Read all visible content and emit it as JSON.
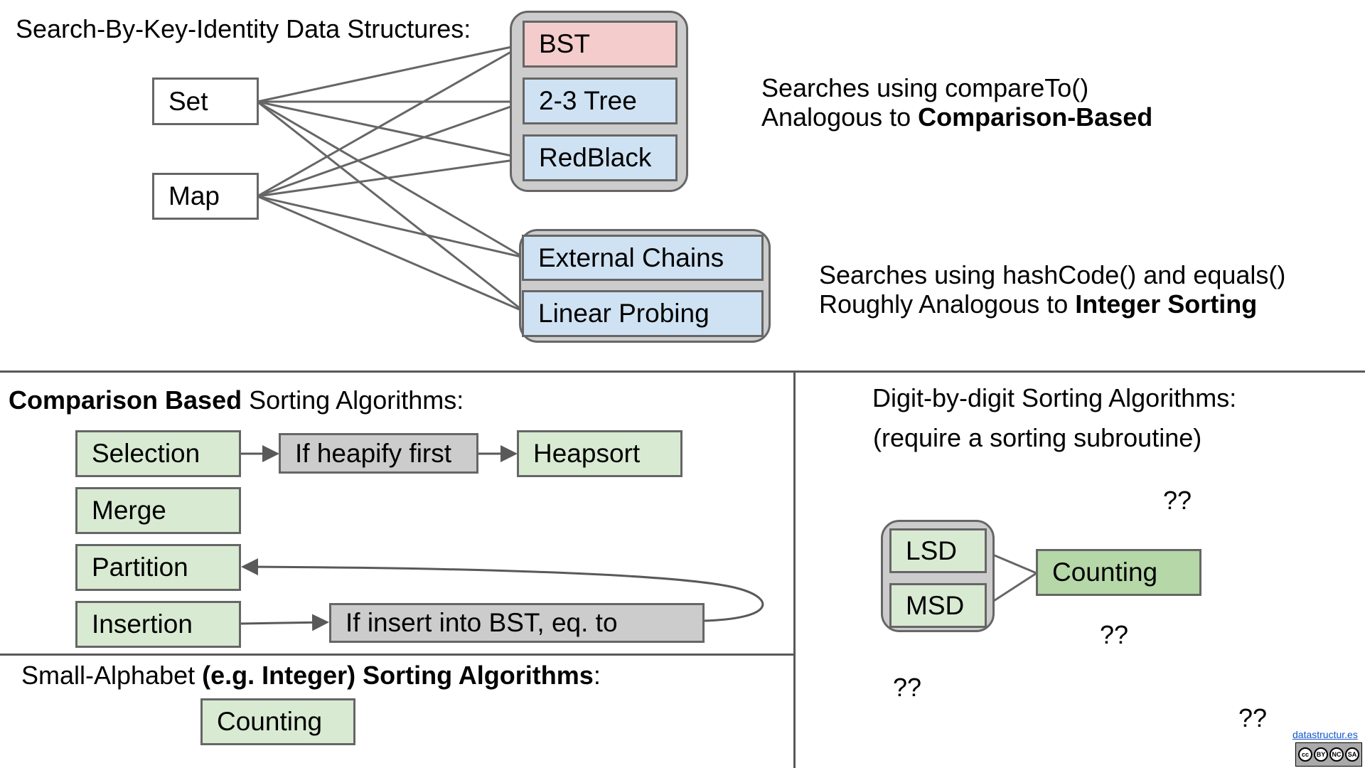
{
  "top": {
    "title": "Search-By-Key-Identity Data Structures:",
    "set_label": "Set",
    "map_label": "Map",
    "tree_group": [
      "BST",
      "2-3 Tree",
      "RedBlack"
    ],
    "hash_group": [
      "External Chains",
      "Linear Probing"
    ],
    "compare_note": {
      "line1": "Searches using compareTo()",
      "line2_prefix": "Analogous to ",
      "line2_bold": "Comparison-Based"
    },
    "hash_note": {
      "line1": "Searches using hashCode() and equals()",
      "line2_prefix": "Roughly Analogous to ",
      "line2_bold": "Integer Sorting"
    }
  },
  "comparison": {
    "title_bold": "Comparison Based",
    "title_rest": " Sorting Algorithms:",
    "selection": "Selection",
    "heapify": "If heapify first",
    "heapsort": "Heapsort",
    "merge": "Merge",
    "partition": "Partition",
    "insertion": "Insertion",
    "insert_bst": "If insert into BST, eq. to"
  },
  "small_alphabet": {
    "title_pre": "Small-Alphabet ",
    "title_bold": "(e.g. Integer) Sorting Algorithms",
    "title_post": ":",
    "counting": "Counting"
  },
  "digit": {
    "title": "Digit-by-digit Sorting Algorithms:",
    "subtitle": "(require a sorting subroutine)",
    "lsd": "LSD",
    "msd": "MSD",
    "counting": "Counting",
    "unknown": [
      "??",
      "??",
      "??",
      "??"
    ]
  },
  "footer": {
    "credit": "datastructur.es",
    "license": [
      "cc",
      "BY",
      "NC",
      "SA"
    ]
  },
  "colors": {
    "line": "#666666",
    "bst": "#f4cccc",
    "tree_and_hash": "#cfe2f3",
    "sort_box": "#d9ead3",
    "counting_digit": "#b6d7a8",
    "gray": "#cccccc"
  }
}
